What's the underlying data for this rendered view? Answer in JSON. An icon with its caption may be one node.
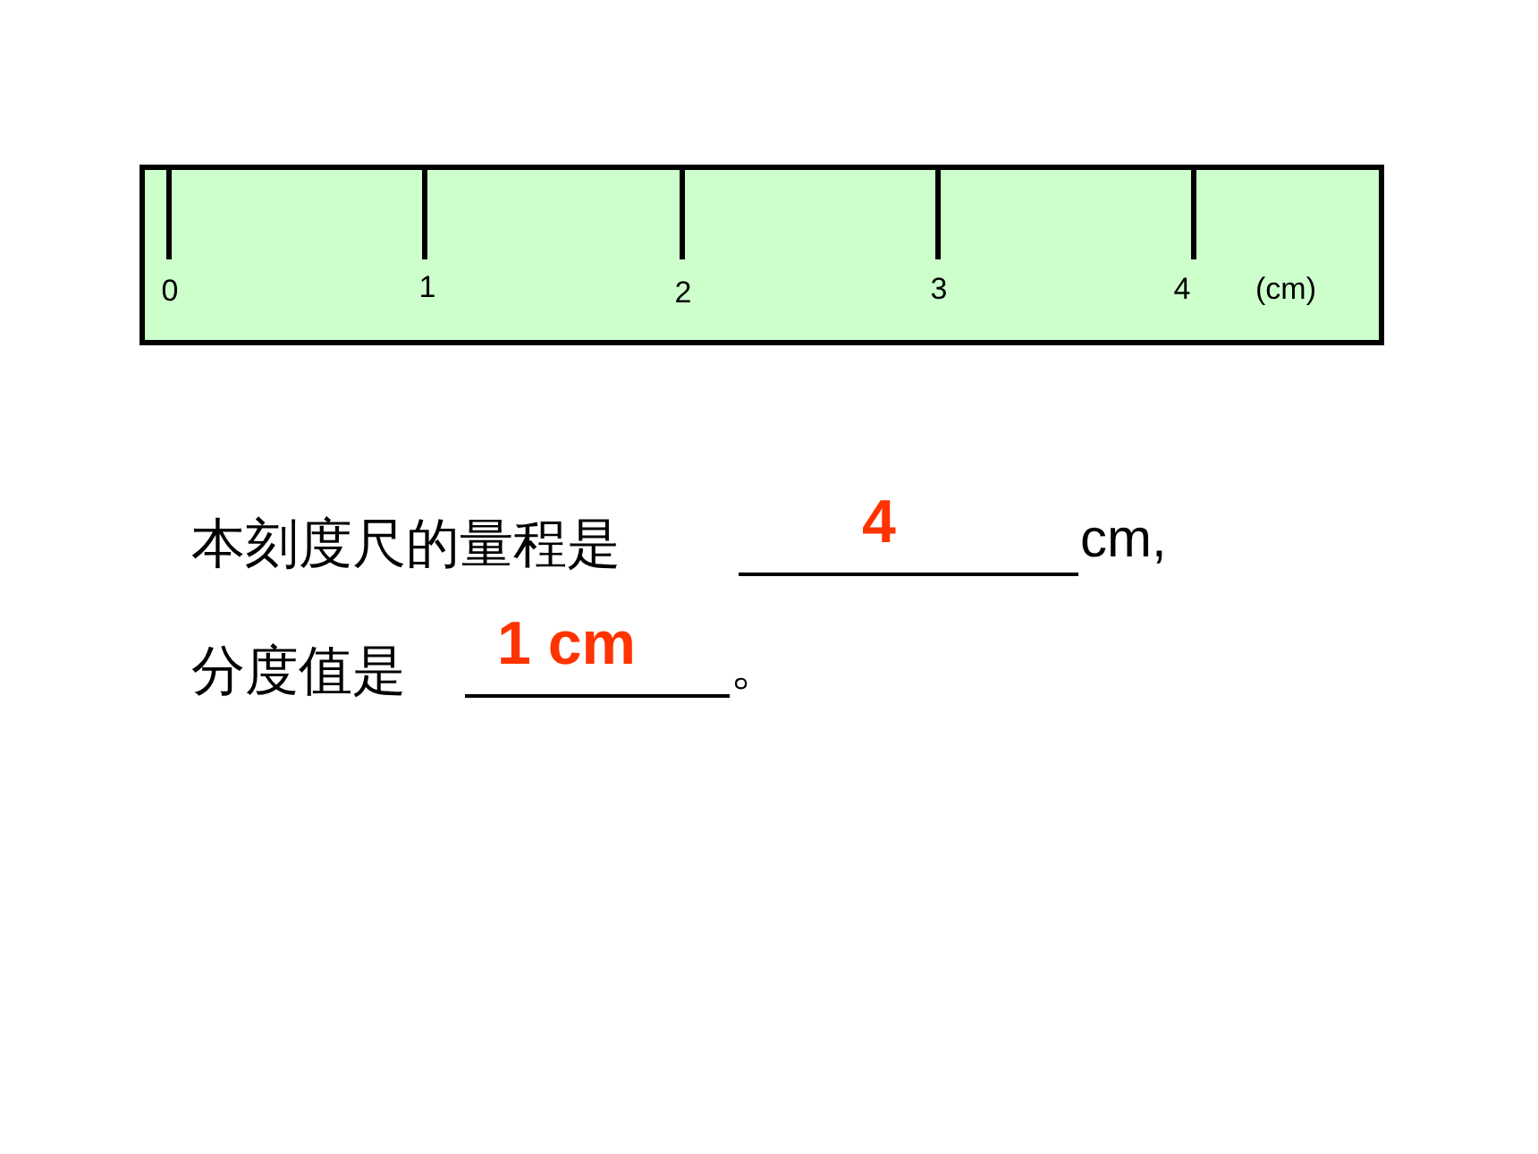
{
  "diagram": {
    "nodes": [
      {
        "text": [
          "0",
          "1",
          "2",
          "3",
          "4",
          "(cm)"
        ]
      }
    ],
    "labels": [
      "本刻度尺的量程是",
      "4",
      "cm,",
      "分度值是",
      "1 cm",
      "。"
    ]
  }
}
